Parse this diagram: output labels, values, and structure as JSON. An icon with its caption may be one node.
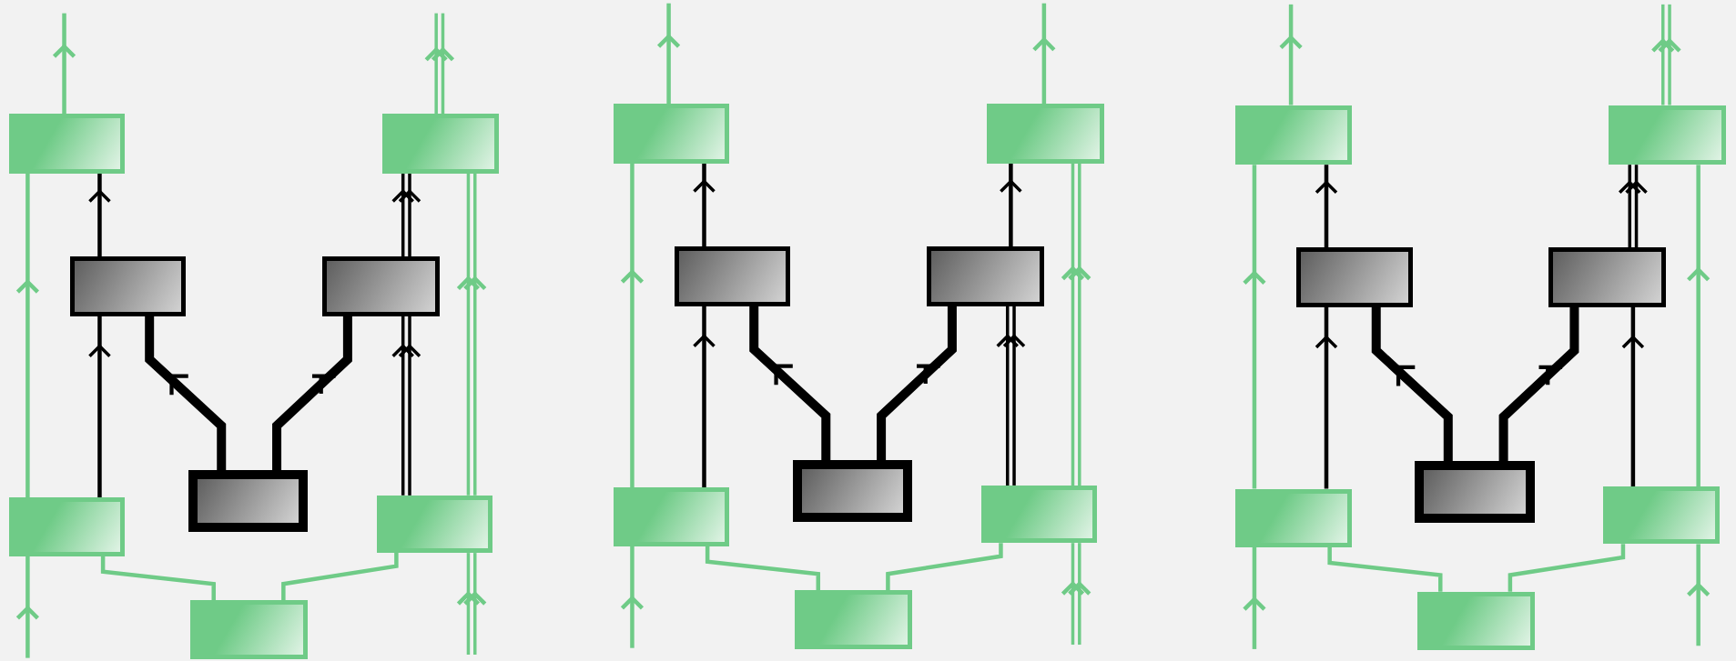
{
  "diagram": {
    "nodes": [
      {
        "text": [],
        "shape": "box"
      },
      {
        "text": [],
        "shape": "box"
      },
      {
        "text": [],
        "shape": "box"
      },
      {
        "text": [],
        "shape": "box"
      },
      {
        "text": [],
        "shape": "box"
      },
      {
        "text": [],
        "shape": "box"
      },
      {
        "text": [],
        "shape": "box"
      },
      {
        "text": [],
        "shape": "box"
      },
      {
        "text": [],
        "shape": "box"
      },
      {
        "text": [],
        "shape": "box"
      },
      {
        "text": [],
        "shape": "box"
      },
      {
        "text": [],
        "shape": "box"
      },
      {
        "text": [],
        "shape": "box"
      },
      {
        "text": [],
        "shape": "box"
      },
      {
        "text": [],
        "shape": "box"
      },
      {
        "text": [],
        "shape": "box"
      },
      {
        "text": [],
        "shape": "box"
      },
      {
        "text": [],
        "shape": "box"
      },
      {
        "text": [],
        "shape": "box"
      },
      {
        "text": [],
        "shape": "box"
      },
      {
        "text": [],
        "shape": "box"
      },
      {
        "text": [],
        "shape": "box"
      },
      {
        "text": [],
        "shape": "box"
      },
      {
        "text": [],
        "shape": "box"
      }
    ],
    "edges": [
      {
        "from": null,
        "to": 5,
        "arrow": "to"
      },
      {
        "from": 5,
        "to": 0,
        "arrow": "to"
      },
      {
        "from": 0,
        "to": null,
        "arrow": "to"
      },
      {
        "from": 1,
        "to": null,
        "arrow": "to"
      },
      {
        "from": 1,
        "to": null,
        "arrow": "to"
      },
      {
        "from": 6,
        "to": 1,
        "arrow": "to"
      },
      {
        "from": 6,
        "to": 1,
        "arrow": "to"
      },
      {
        "from": null,
        "to": 6,
        "arrow": "to"
      },
      {
        "from": null,
        "to": 6,
        "arrow": "to"
      },
      {
        "from": 2,
        "to": 0,
        "arrow": "to",
        "color": "#000000"
      },
      {
        "from": 5,
        "to": 2,
        "arrow": "to",
        "color": "#000000"
      },
      {
        "from": 3,
        "to": 1,
        "arrow": "to",
        "color": "#000000"
      },
      {
        "from": 3,
        "to": 1,
        "arrow": "to",
        "color": "#000000"
      },
      {
        "from": 6,
        "to": 3,
        "arrow": "to",
        "color": "#000000"
      },
      {
        "from": 6,
        "to": 3,
        "arrow": "to",
        "color": "#000000"
      },
      {
        "from": 2,
        "to": 4,
        "arrow": "other",
        "style": "thick",
        "color": "#000000"
      },
      {
        "from": 3,
        "to": 4,
        "arrow": "other",
        "style": "thick",
        "color": "#000000"
      },
      {
        "from": 5,
        "to": 7,
        "arrow": "none"
      },
      {
        "from": 6,
        "to": 7,
        "arrow": "none"
      },
      {
        "from": null,
        "to": 13,
        "arrow": "to"
      },
      {
        "from": 13,
        "to": 8,
        "arrow": "to"
      },
      {
        "from": 8,
        "to": null,
        "arrow": "to"
      },
      {
        "from": 9,
        "to": null,
        "arrow": "to"
      },
      {
        "from": 14,
        "to": 9,
        "arrow": "to"
      },
      {
        "from": 14,
        "to": 9,
        "arrow": "to"
      },
      {
        "from": null,
        "to": 14,
        "arrow": "to"
      },
      {
        "from": null,
        "to": 14,
        "arrow": "to"
      },
      {
        "from": 10,
        "to": 8,
        "arrow": "to",
        "color": "#000000"
      },
      {
        "from": 13,
        "to": 10,
        "arrow": "to",
        "color": "#000000"
      },
      {
        "from": 11,
        "to": 9,
        "arrow": "to",
        "color": "#000000"
      },
      {
        "from": 14,
        "to": 11,
        "arrow": "to",
        "color": "#000000"
      },
      {
        "from": 14,
        "to": 11,
        "arrow": "to",
        "color": "#000000"
      },
      {
        "from": 10,
        "to": 12,
        "arrow": "other",
        "style": "thick",
        "color": "#000000"
      },
      {
        "from": 11,
        "to": 12,
        "arrow": "other",
        "style": "thick",
        "color": "#000000"
      },
      {
        "from": 13,
        "to": 15,
        "arrow": "none"
      },
      {
        "from": 14,
        "to": 15,
        "arrow": "none"
      },
      {
        "from": null,
        "to": 21,
        "arrow": "to"
      },
      {
        "from": 21,
        "to": 16,
        "arrow": "to"
      },
      {
        "from": 16,
        "to": null,
        "arrow": "to"
      },
      {
        "from": 17,
        "to": null,
        "arrow": "to"
      },
      {
        "from": 17,
        "to": null,
        "arrow": "to"
      },
      {
        "from": 22,
        "to": 17,
        "arrow": "to"
      },
      {
        "from": null,
        "to": 22,
        "arrow": "to"
      },
      {
        "from": 18,
        "to": 16,
        "arrow": "to",
        "color": "#000000"
      },
      {
        "from": 21,
        "to": 18,
        "arrow": "to",
        "color": "#000000"
      },
      {
        "from": 19,
        "to": 17,
        "arrow": "to",
        "color": "#000000"
      },
      {
        "from": 19,
        "to": 17,
        "arrow": "to",
        "color": "#000000"
      },
      {
        "from": 22,
        "to": 19,
        "arrow": "to",
        "color": "#000000"
      },
      {
        "from": 18,
        "to": 20,
        "arrow": "other",
        "style": "thick",
        "color": "#000000"
      },
      {
        "from": 19,
        "to": 20,
        "arrow": "other",
        "style": "thick",
        "color": "#000000"
      },
      {
        "from": 21,
        "to": 23,
        "arrow": "none"
      },
      {
        "from": 22,
        "to": 23,
        "arrow": "none"
      }
    ]
  }
}
